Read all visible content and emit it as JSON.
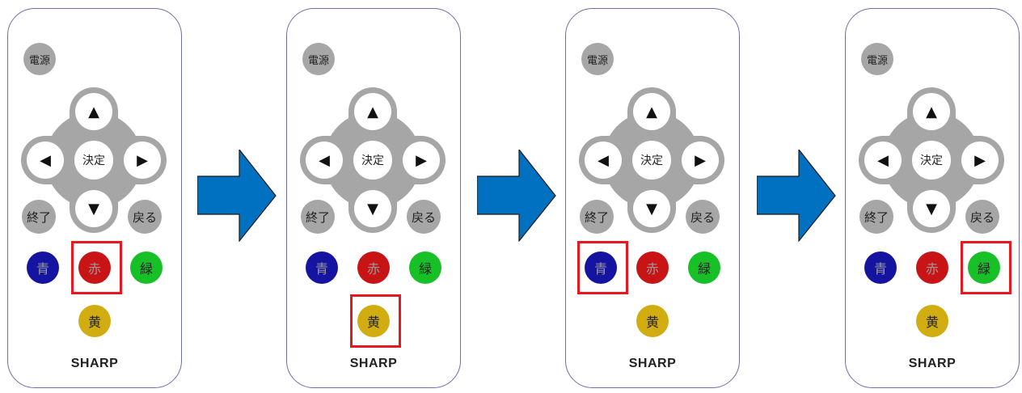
{
  "remote": {
    "power_label": "電源",
    "ok_label": "決定",
    "up_label": "▲",
    "down_label": "▼",
    "left_label": "◀",
    "right_label": "▶",
    "end_label": "終了",
    "back_label": "戻る",
    "blue_label": "青",
    "red_label": "赤",
    "green_label": "緑",
    "yellow_label": "黄",
    "brand": "SHARP"
  },
  "colors": {
    "blue_button": "#1414a0",
    "red_button": "#c81414",
    "green_button": "#16c026",
    "yellow_button": "#d2ad12",
    "highlight": "#e6191e",
    "arrow": "#0070c0"
  },
  "steps": [
    {
      "highlighted": "red"
    },
    {
      "highlighted": "yellow"
    },
    {
      "highlighted": "blue"
    },
    {
      "highlighted": "green"
    }
  ]
}
